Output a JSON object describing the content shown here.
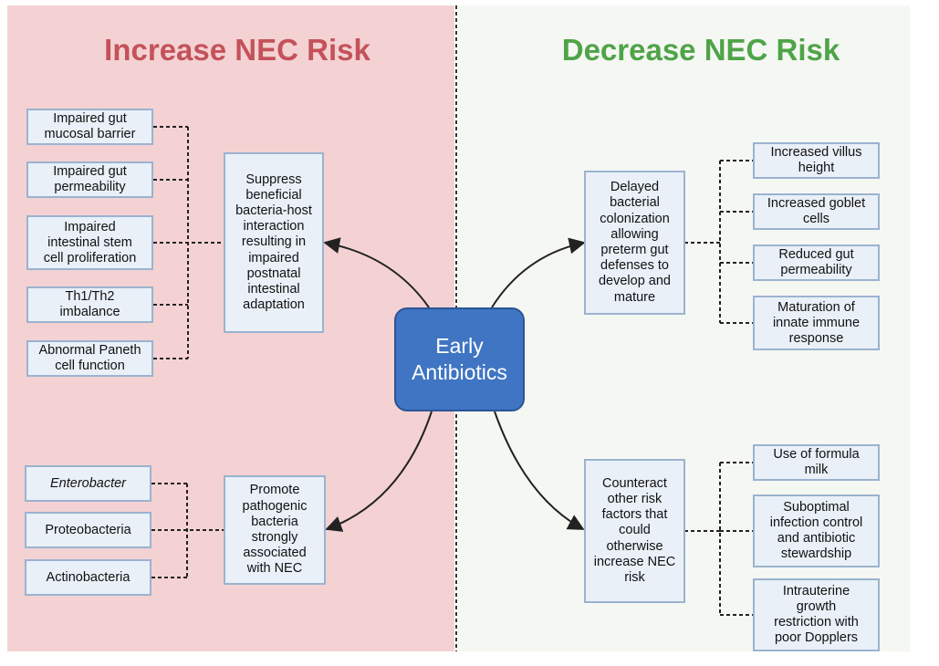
{
  "headings": {
    "left": "Increase NEC Risk",
    "right": "Decrease NEC Risk"
  },
  "center": {
    "line1": "Early",
    "line2": "Antibiotics"
  },
  "left_top": {
    "main": [
      "Suppress",
      "beneficial",
      "bacteria-host",
      "interaction",
      "resulting in",
      "impaired",
      "postnatal",
      "intestinal",
      "adaptation"
    ],
    "items": [
      [
        "Impaired gut",
        "mucosal barrier"
      ],
      [
        "Impaired gut",
        "permeability"
      ],
      [
        "Impaired",
        "intestinal stem",
        "cell proliferation"
      ],
      [
        "Th1/Th2",
        "imbalance"
      ],
      [
        "Abnormal Paneth",
        "cell function"
      ]
    ]
  },
  "left_bottom": {
    "main": [
      "Promote",
      "pathogenic",
      "bacteria",
      "strongly",
      "associated",
      "with NEC"
    ],
    "items": [
      "Enterobacter",
      "Proteobacteria",
      "Actinobacteria"
    ]
  },
  "right_top": {
    "main": [
      "Delayed",
      "bacterial",
      "colonization",
      "allowing",
      "preterm gut",
      "defenses to",
      "develop and",
      "mature"
    ],
    "items": [
      [
        "Increased villus",
        "height"
      ],
      [
        "Increased goblet",
        "cells"
      ],
      [
        "Reduced gut",
        "permeability"
      ],
      [
        "Maturation of",
        "innate immune",
        "response"
      ]
    ]
  },
  "right_bottom": {
    "main": [
      "Counteract",
      "other risk",
      "factors that",
      "could",
      "otherwise",
      "increase NEC",
      "risk"
    ],
    "items": [
      [
        "Use of formula",
        "milk"
      ],
      [
        "Suboptimal",
        "infection control",
        "and antibiotic",
        "stewardship"
      ],
      [
        "Intrauterine",
        "growth",
        "restriction with",
        "poor Dopplers"
      ]
    ]
  },
  "colors": {
    "increase_panel": "#f4d2d3",
    "decrease_panel": "#f5f7f3",
    "increase_heading": "#c4525a",
    "decrease_heading": "#4ea447",
    "center_fill": "#3f75c3",
    "box_fill": "#eaf0f8",
    "box_border": "#9ab3cf"
  }
}
